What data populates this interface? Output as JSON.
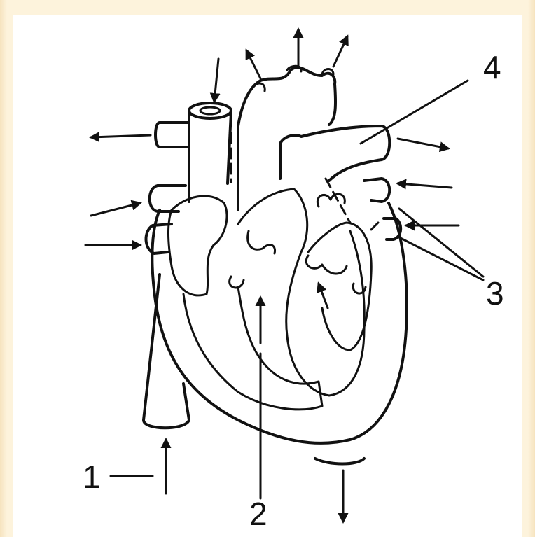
{
  "diagram": {
    "labels": [
      {
        "id": "1",
        "text": "1"
      },
      {
        "id": "2",
        "text": "2"
      },
      {
        "id": "3",
        "text": "3"
      },
      {
        "id": "4",
        "text": "4"
      }
    ]
  },
  "colors": {
    "background": "#fbeed2",
    "canvas": "#ffffff",
    "ink": "#111111"
  }
}
